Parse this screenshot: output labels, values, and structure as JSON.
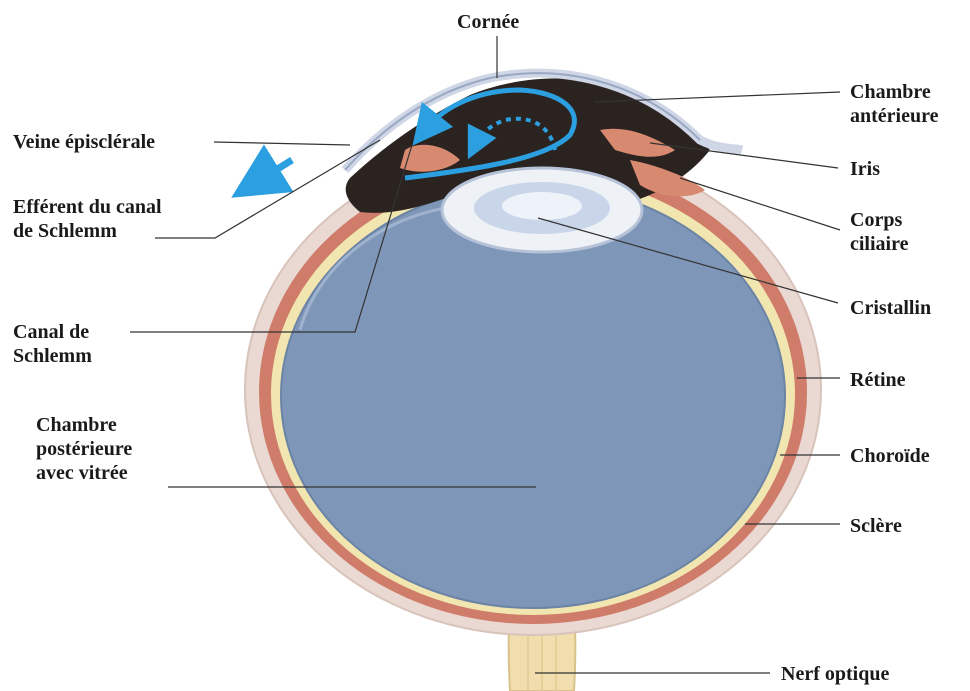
{
  "labels": {
    "cornee": "Cornée",
    "veine": "Veine épisclérale",
    "efferent": [
      "Efférent du canal",
      "de Schlemm"
    ],
    "canal": [
      "Canal de",
      "Schlemm"
    ],
    "chambre_posterieure": [
      "Chambre",
      "postérieure",
      "avec vitrée"
    ],
    "chambre_anterieure": [
      "Chambre",
      "antérieure"
    ],
    "iris": "Iris",
    "corps_ciliaire": [
      "Corps",
      "ciliaire"
    ],
    "cristallin": "Cristallin",
    "retine": "Rétine",
    "choroide": "Choroïde",
    "sclere": "Sclère",
    "nerf_optique": "Nerf optique"
  },
  "colors": {
    "vitreous": "#7e97b8",
    "sclera": "#e9d9d2",
    "choroid": "#cf7d6a",
    "retina": "#f2e6b0",
    "aqueous_flow": "#2b9fe0",
    "anterior_chamber": "#2b2320",
    "optic_nerve": "#f1deae"
  }
}
